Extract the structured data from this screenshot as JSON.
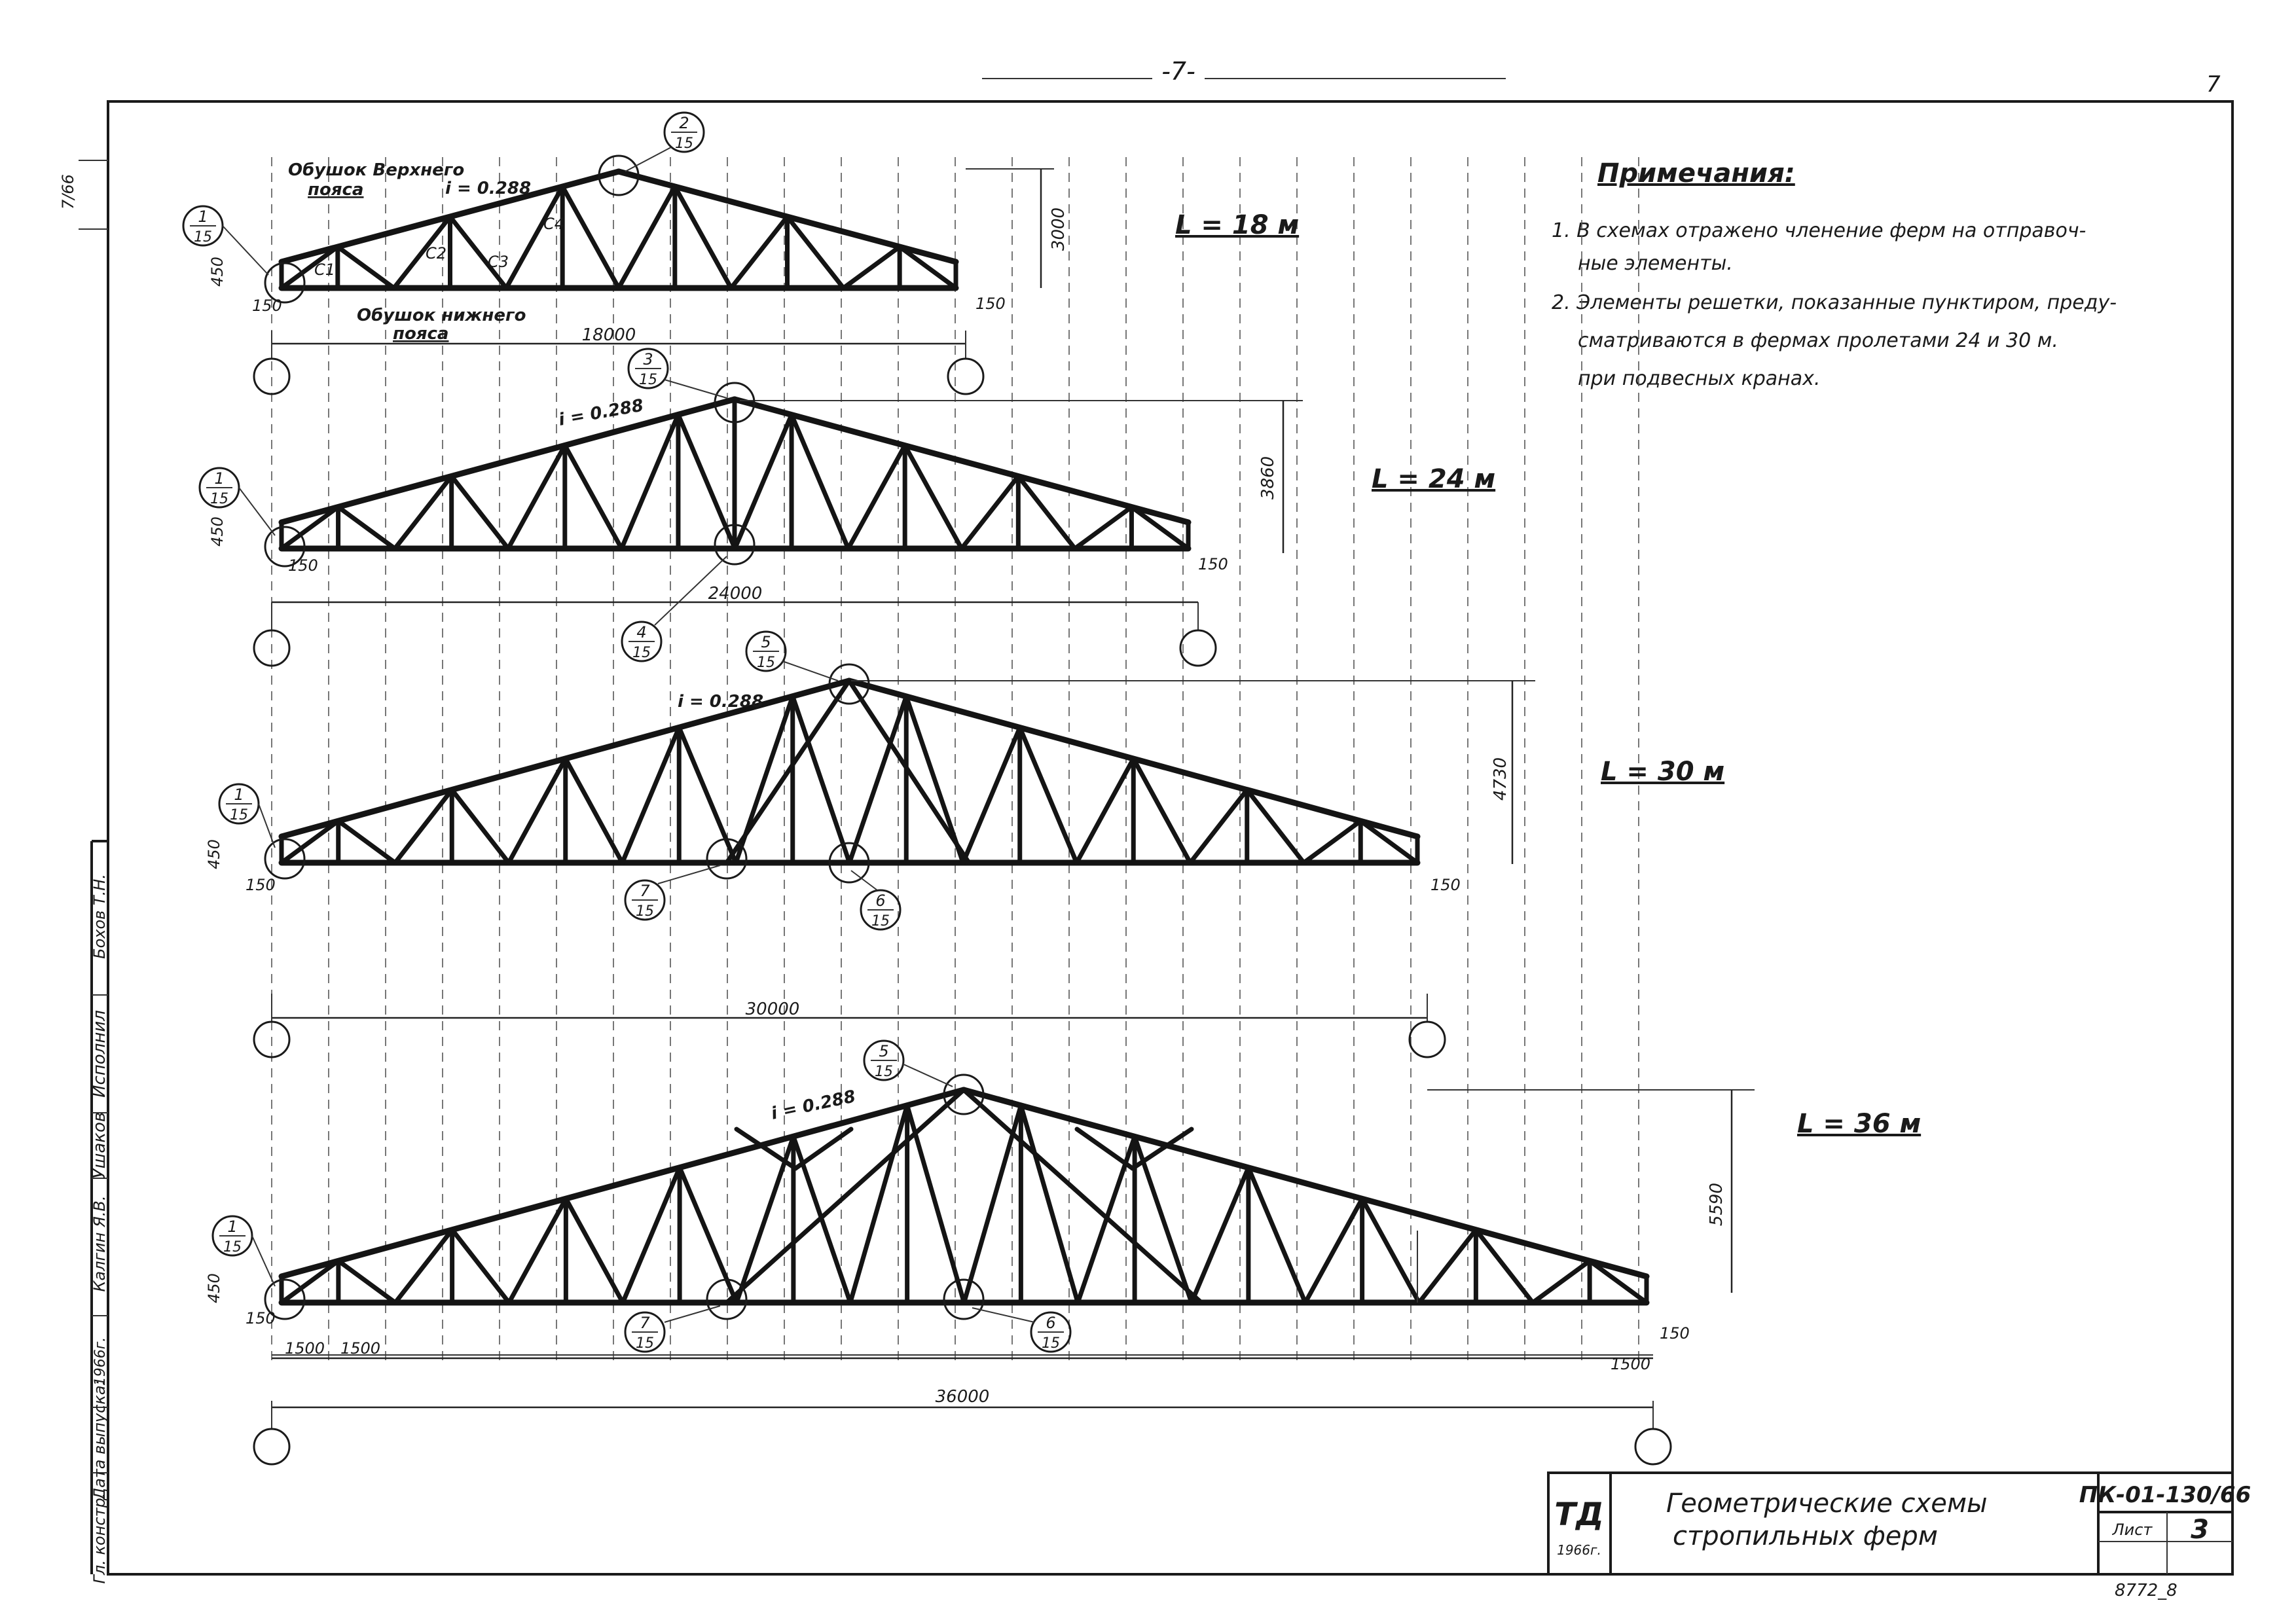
{
  "page_number": "-7-",
  "corner_mark": "7",
  "notes": {
    "title": "Примечания:",
    "items": [
      "1. В схемах отражено членение ферм на отправоч-",
      "ные элементы.",
      "2. Элементы решетки, показанные пунктиром, преду-",
      "сматриваются в фермах пролетами 24 и 30 м.",
      "при подвесных кранах."
    ]
  },
  "trusses": [
    {
      "id": "L18",
      "span_label": "L = 18 м",
      "span_dim": "18000",
      "height_dim": "3000",
      "end_height": "450",
      "offset_left": "150",
      "offset_right": "150",
      "slope": "i = 0.288",
      "callouts": [
        {
          "num": "1",
          "den": "15"
        },
        {
          "num": "2",
          "den": "15"
        }
      ],
      "upper_chord_note_1": "Обушок Верхнего",
      "upper_chord_note_2": "пояса",
      "lower_chord_note_1": "Обушок нижнего",
      "lower_chord_note_2": "пояса",
      "member_labels": [
        "C1",
        "C2",
        "C3",
        "C4"
      ]
    },
    {
      "id": "L24",
      "span_label": "L = 24 м",
      "span_dim": "24000",
      "height_dim": "3860",
      "end_height": "450",
      "offset_left": "150",
      "offset_right": "150",
      "slope": "i = 0.288",
      "callouts": [
        {
          "num": "1",
          "den": "15"
        },
        {
          "num": "3",
          "den": "15"
        },
        {
          "num": "4",
          "den": "15"
        }
      ]
    },
    {
      "id": "L30",
      "span_label": "L = 30 м",
      "span_dim": "30000",
      "height_dim": "4730",
      "end_height": "450",
      "offset_left": "150",
      "offset_right": "150",
      "slope": "i = 0.288",
      "callouts": [
        {
          "num": "1",
          "den": "15"
        },
        {
          "num": "5",
          "den": "15"
        },
        {
          "num": "7",
          "den": "15"
        },
        {
          "num": "6",
          "den": "15"
        }
      ]
    },
    {
      "id": "L36",
      "span_label": "L = 36 м",
      "span_dim": "36000",
      "height_dim": "5590",
      "end_height": "450",
      "offset_left": "150",
      "offset_right": "150",
      "panel_first": "1500",
      "panel_second": "1500",
      "panel_last": "1500",
      "slope": "i = 0.288",
      "callouts": [
        {
          "num": "1",
          "den": "15"
        },
        {
          "num": "5",
          "den": "15"
        },
        {
          "num": "7",
          "den": "15"
        },
        {
          "num": "6",
          "den": "15"
        }
      ]
    }
  ],
  "title_block": {
    "org": "ТД",
    "year": "1966г.",
    "title_1": "Геометрические схемы",
    "title_2": "стропильных ферм",
    "code": "ПК-01-130/66",
    "sheet_label": "Лист",
    "sheet_no": "3",
    "archive_no": "8772_8"
  },
  "side_stamp": {
    "roles": [
      "Исполнил",
      "Ушаков",
      "Гл. констр.",
      "Дата выпуска:",
      "Бохов Т.Н.",
      "Калгин Я.В."
    ],
    "date": "1966г."
  },
  "margin_mark": "7/66"
}
